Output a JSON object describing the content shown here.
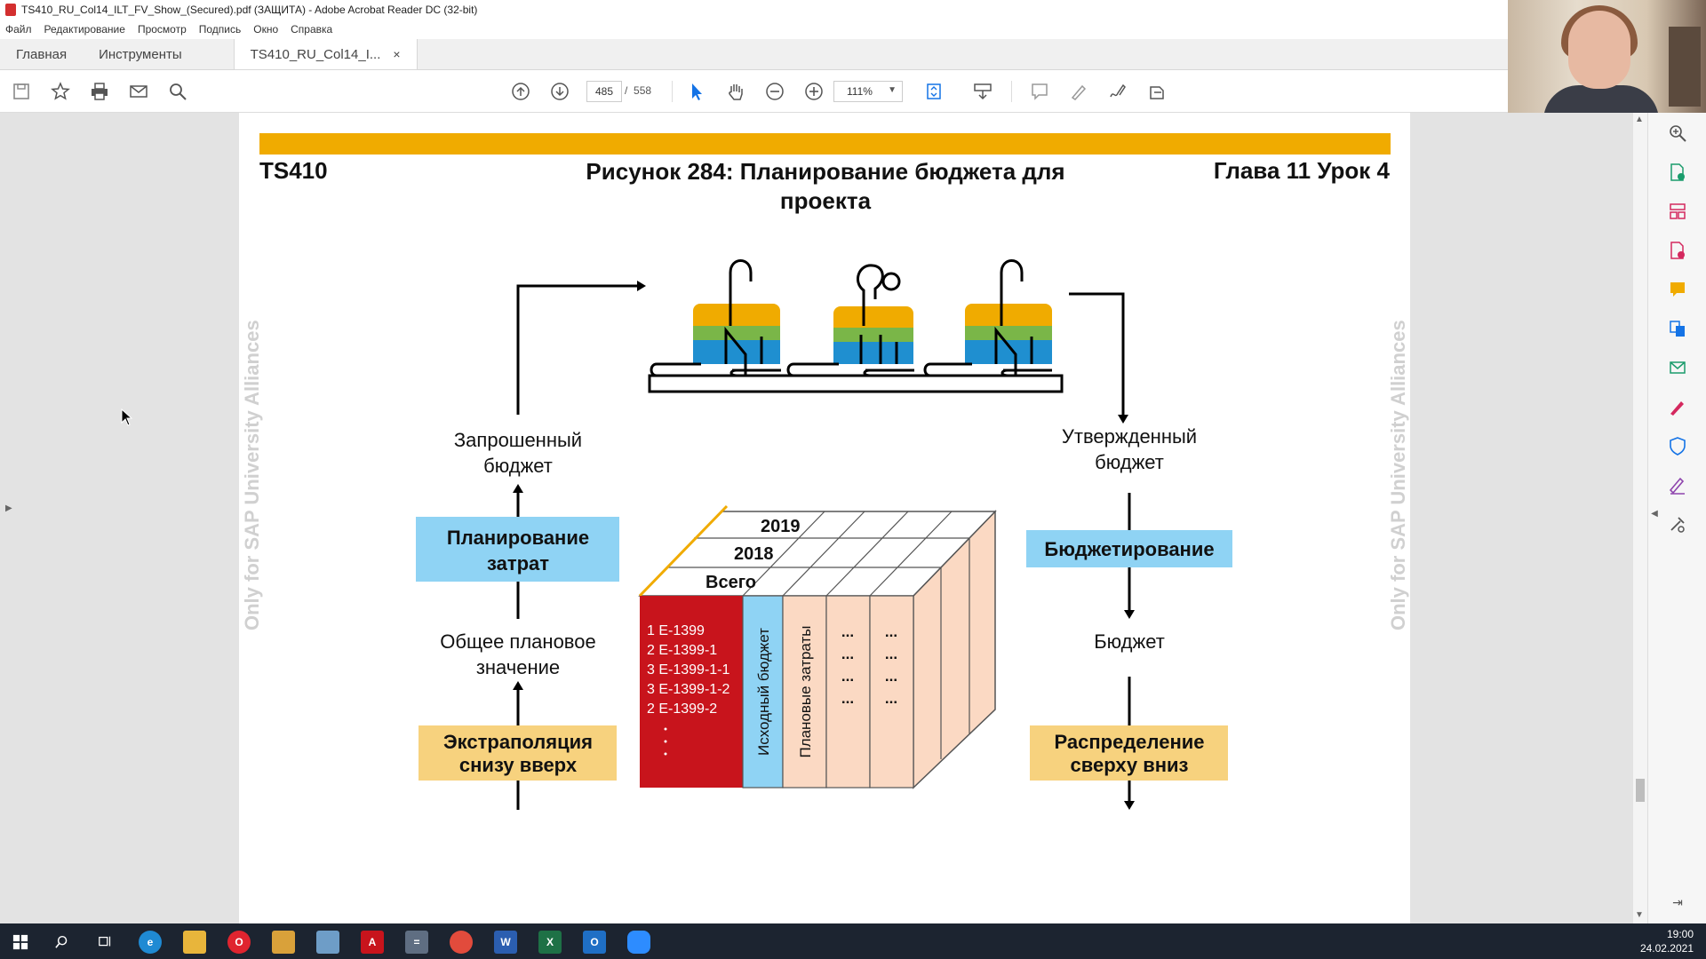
{
  "window": {
    "title": "TS410_RU_Col14_ILT_FV_Show_(Secured).pdf (ЗАЩИТА) - Adobe Acrobat Reader DC (32-bit)"
  },
  "menu": [
    "Файл",
    "Редактирование",
    "Просмотр",
    "Подпись",
    "Окно",
    "Справка"
  ],
  "tabs": {
    "home": "Главная",
    "tools": "Инструменты",
    "doc": "TS410_RU_Col14_I...",
    "close": "×"
  },
  "toolbar": {
    "page_current": "485",
    "page_separator": "/",
    "page_total": "558",
    "zoom": "111%"
  },
  "slide": {
    "course": "TS410",
    "title": "Рисунок 284: Планирование бюджета для проекта",
    "chapter": "Глава 11 Урок 4",
    "watermark": "Only for SAP University Alliances",
    "requested_line1": "Запрошенный",
    "requested_line2": "бюджет",
    "approved_line1": "Утвержденный",
    "approved_line2": "бюджет",
    "cost_planning_line1": "Планирование",
    "cost_planning_line2": "затрат",
    "overall_plan_line1": "Общее плановое",
    "overall_plan_line2": "значение",
    "bottom_up_line1": "Экстраполяция",
    "bottom_up_line2": "снизу вверх",
    "budgeting": "Бюджетирование",
    "budget": "Бюджет",
    "top_down_line1": "Распределение",
    "top_down_line2": "сверху вниз",
    "year_2019": "2019",
    "year_2018": "2018",
    "total": "Всего",
    "wbs": [
      "1 E-1399",
      "2 E-1399-1",
      "3 E-1399-1-1",
      "3 E-1399-1-2",
      "2 E-1399-2"
    ],
    "original_budget": "Исходный бюджет",
    "planned_costs": "Плановые затраты",
    "ellipsis": "...",
    "colors": {
      "sap_gold": "#f0ab00",
      "blue_box": "#8fd3f4",
      "yellow_box": "#f7d27e",
      "red": "#c8141c",
      "peach": "#fbd9c3"
    }
  },
  "clock": {
    "time": "19:00",
    "date": "24.02.2021"
  }
}
